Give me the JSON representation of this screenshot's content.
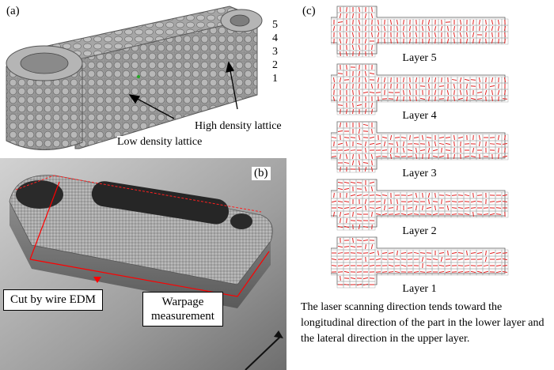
{
  "panel_a": {
    "label": "(a)",
    "layer_numbers": [
      "5",
      "4",
      "3",
      "2",
      "1"
    ],
    "label_high": "High density lattice",
    "label_low": "Low density lattice"
  },
  "panel_b": {
    "label": "(b)",
    "label_cut": "Cut by wire EDM",
    "label_warp": "Warpage\nmeasurement"
  },
  "panel_c": {
    "label": "(c)",
    "layers": [
      "Layer 5",
      "Layer 4",
      "Layer 3",
      "Layer 2",
      "Layer 1"
    ],
    "caption": "The laser scanning direction tends toward the longitudinal direction of the part in the lower layer and the lateral direction in the upper layer."
  },
  "colors": {
    "scan": "#e02020",
    "grid": "#555555",
    "accent": "#ff0000"
  },
  "icons": [
    "arrow-icon",
    "warpage-probe-icon"
  ]
}
